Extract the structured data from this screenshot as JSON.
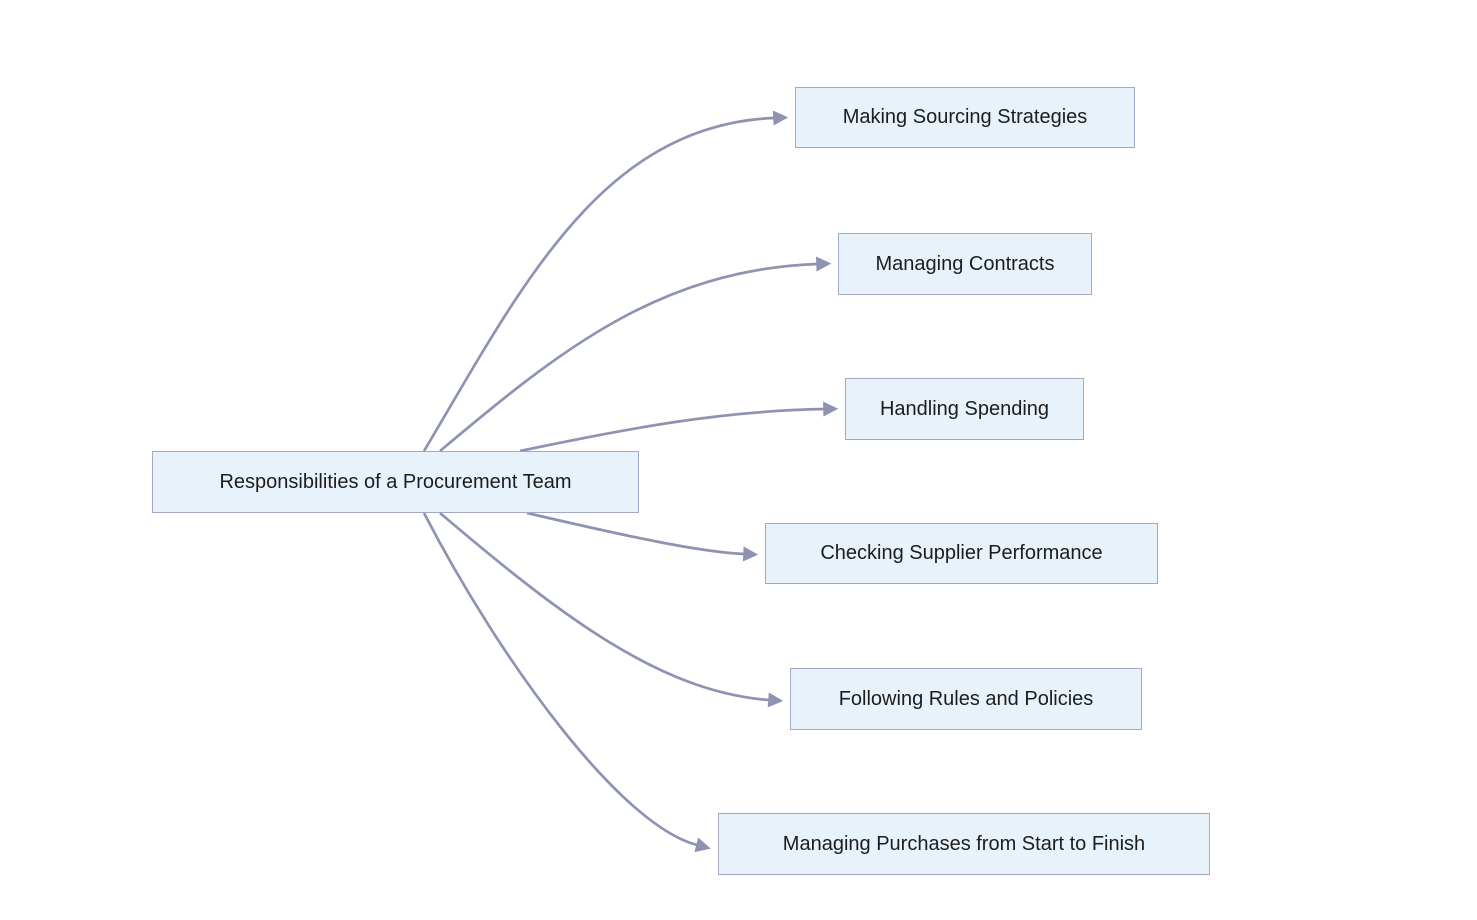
{
  "diagram": {
    "type": "flowchart-left-to-right",
    "root": {
      "id": "procurement-team",
      "label": "Responsibilities of a Procurement Team"
    },
    "children": [
      {
        "id": "making-sourcing-strategies",
        "label": "Making Sourcing Strategies"
      },
      {
        "id": "managing-contracts",
        "label": "Managing Contracts"
      },
      {
        "id": "handling-spending",
        "label": "Handling Spending"
      },
      {
        "id": "checking-supplier-performance",
        "label": "Checking Supplier Performance"
      },
      {
        "id": "following-rules-and-policies",
        "label": "Following Rules and Policies"
      },
      {
        "id": "managing-purchases-start-to-finish",
        "label": "Managing Purchases from Start to Finish"
      }
    ],
    "edges": [
      {
        "from": "procurement-team",
        "to": "making-sourcing-strategies",
        "style": "curved-arrow"
      },
      {
        "from": "procurement-team",
        "to": "managing-contracts",
        "style": "curved-arrow"
      },
      {
        "from": "procurement-team",
        "to": "handling-spending",
        "style": "curved-arrow"
      },
      {
        "from": "procurement-team",
        "to": "checking-supplier-performance",
        "style": "curved-arrow"
      },
      {
        "from": "procurement-team",
        "to": "following-rules-and-policies",
        "style": "curved-arrow"
      },
      {
        "from": "procurement-team",
        "to": "managing-purchases-start-to-finish",
        "style": "curved-arrow"
      }
    ],
    "colors": {
      "background": "#ffffff",
      "node_fill": "#e8f2fa",
      "node_border": "#a5a8c5",
      "edge_color": "#8e93b2",
      "text_color": "#1d1d1d"
    }
  }
}
